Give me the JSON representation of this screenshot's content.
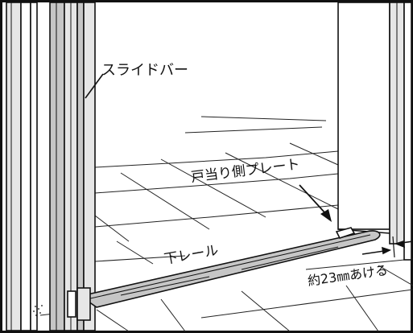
{
  "labels": {
    "slide_bar": "スライドバー",
    "door_stop_plate": "戸当り側プレート",
    "bottom_rail": "下レール",
    "gap_note": "約23㎜あける"
  },
  "colors": {
    "line": "#111111",
    "gray_fill": "#c6c6c6",
    "light_fill": "#e6e6e6",
    "background": "#ffffff"
  }
}
